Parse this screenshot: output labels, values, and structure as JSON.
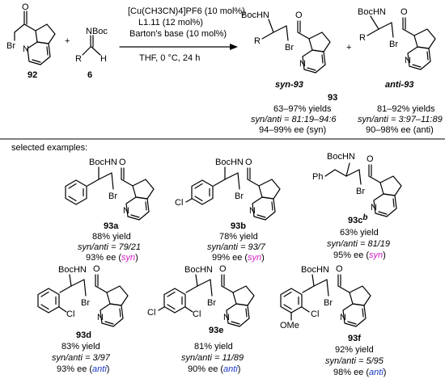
{
  "reaction": {
    "reactant1": {
      "label": "92",
      "atoms": {
        "br": "Br",
        "n": "N",
        "o": "O"
      }
    },
    "plus1": "+",
    "reactant2": {
      "label": "6",
      "atoms": {
        "nboc": "NBoc",
        "r": "R",
        "h": "H"
      }
    },
    "conditions": {
      "line1": "[Cu(CH3CN)4]PF6 (10 mol%)",
      "line2": "L1.11 (12 mol%)",
      "line3": "Barton's base (10 mol%)",
      "line4": "THF, 0 °C, 24 h"
    },
    "product_label": "93",
    "syn": {
      "label": "syn-93",
      "yield": "63–97% yields",
      "ratio": "syn/anti = 81:19–94:6",
      "ee": "94–99% ee (syn)",
      "atoms": {
        "bochn": "BocHN",
        "r": "R",
        "br": "Br",
        "o": "O",
        "n": "N"
      }
    },
    "plus2": "+",
    "anti": {
      "label": "anti-93",
      "yield": "81–92% yields",
      "ratio": "syn/anti = 3:97–11:89",
      "ee": "90–98% ee (anti)",
      "atoms": {
        "bochn": "BocHN",
        "r": "R",
        "br": "Br",
        "o": "O",
        "n": "N"
      }
    }
  },
  "section_title": "selected examples:",
  "examples": [
    {
      "label": "93a",
      "yield": "88% yield",
      "ratio": "syn/anti = 79/21",
      "ee_value": "93% ee (",
      "ee_tag": "syn",
      "ee_close": ")",
      "ee_color": "#d21cc8"
    },
    {
      "label": "93b",
      "yield": "78% yield",
      "ratio": "syn/anti = 93/7",
      "ee_value": "99% ee (",
      "ee_tag": "syn",
      "ee_close": ")",
      "ee_color": "#d21cc8",
      "subst": "Cl"
    },
    {
      "label": "93c",
      "label_sup": "b",
      "yield": "63% yield",
      "ratio": "syn/anti = 81/19",
      "ee_value": "95% ee (",
      "ee_tag": "syn",
      "ee_close": ")",
      "ee_color": "#d21cc8",
      "subst": "Ph"
    },
    {
      "label": "93d",
      "yield": "83% yield",
      "ratio": "syn/anti = 3/97",
      "ee_value": "93% ee (",
      "ee_tag": "anti",
      "ee_close": ")",
      "ee_color": "#1c38c8",
      "subst": "Cl"
    },
    {
      "label": "93e",
      "yield": "81% yield",
      "ratio": "syn/anti = 11/89",
      "ee_value": "90% ee (",
      "ee_tag": "anti",
      "ee_close": ")",
      "ee_color": "#1c38c8",
      "subst": "Cl",
      "subst2": "Cl"
    },
    {
      "label": "93f",
      "yield": "92% yield",
      "ratio": "syn/anti = 5/95",
      "ee_value": "98% ee (",
      "ee_tag": "anti",
      "ee_close": ")",
      "ee_color": "#1c38c8",
      "subst": "Cl",
      "subst2": "OMe"
    }
  ],
  "common_atoms": {
    "bochn": "BocHN",
    "o": "O",
    "br": "Br",
    "n": "N"
  }
}
